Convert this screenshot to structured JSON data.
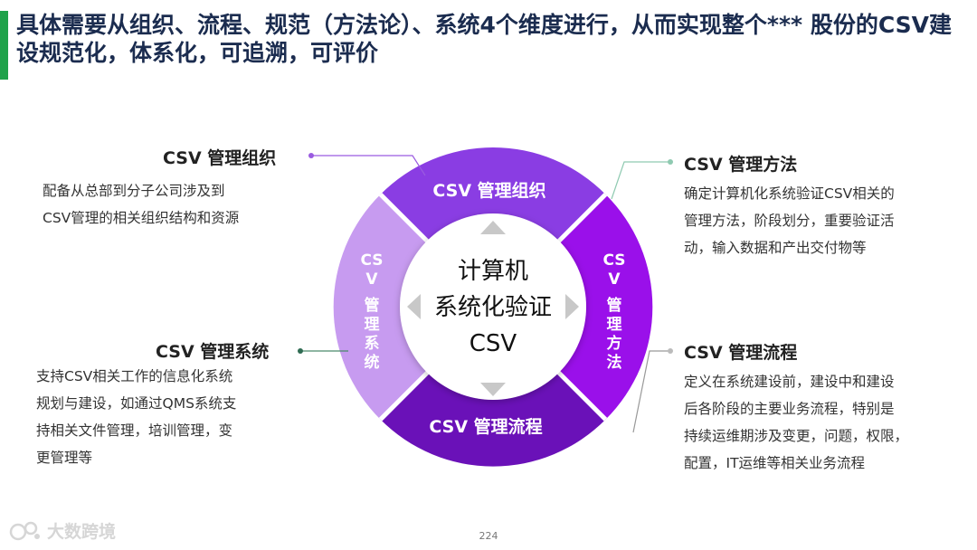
{
  "title": "具体需要从组织、流程、规范（方法论）、系统4个维度进行，从而实现整个*** 股份的CSV建设规范化，体系化，可追溯，可评价",
  "center": {
    "lines": [
      "计算机",
      "系统化验证",
      "CSV"
    ]
  },
  "ring": {
    "top_label": "CSV 管理组织",
    "bottom_label": "CSV 管理流程",
    "left_lines": [
      "CS",
      "V",
      "管",
      "理",
      "系",
      "统"
    ],
    "right_lines": [
      "CS",
      "V",
      "管",
      "理",
      "方",
      "法"
    ]
  },
  "blocks": {
    "org": {
      "title": "CSV 管理组织",
      "desc": [
        "配备从总部到分子公司涉及到",
        "CSV管理的相关组织结构和资源"
      ]
    },
    "method": {
      "title": "CSV 管理方法",
      "desc": [
        "确定计算机化系统验证CSV相关的",
        "管理方法，阶段划分，重要验证活",
        "动，输入数据和产出交付物等"
      ]
    },
    "system": {
      "title": "CSV 管理系统",
      "desc": [
        "支持CSV相关工作的信息化系统",
        "规划与建设，如通过QMS系统支",
        "持相关文件管理，培训管理，变",
        "更管理等"
      ]
    },
    "process": {
      "title": "CSV 管理流程",
      "desc": [
        "定义在系统建设前，建设中和建设",
        "后各阶段的主要业务流程，特别是",
        "持续运维期涉及变更，问题，权限，",
        "配置，IT运维等相关业务流程"
      ]
    }
  },
  "colors": {
    "accent_bar": "#1fa24a",
    "title": "#1b2c4f",
    "segment_top": "#8a3de3",
    "segment_right": "#9a10ea",
    "segment_bottom": "#6a11b8",
    "segment_left": "#c79bf0",
    "arrow": "#c8c8c8"
  },
  "page_number": "224",
  "watermark": "大数跨境"
}
